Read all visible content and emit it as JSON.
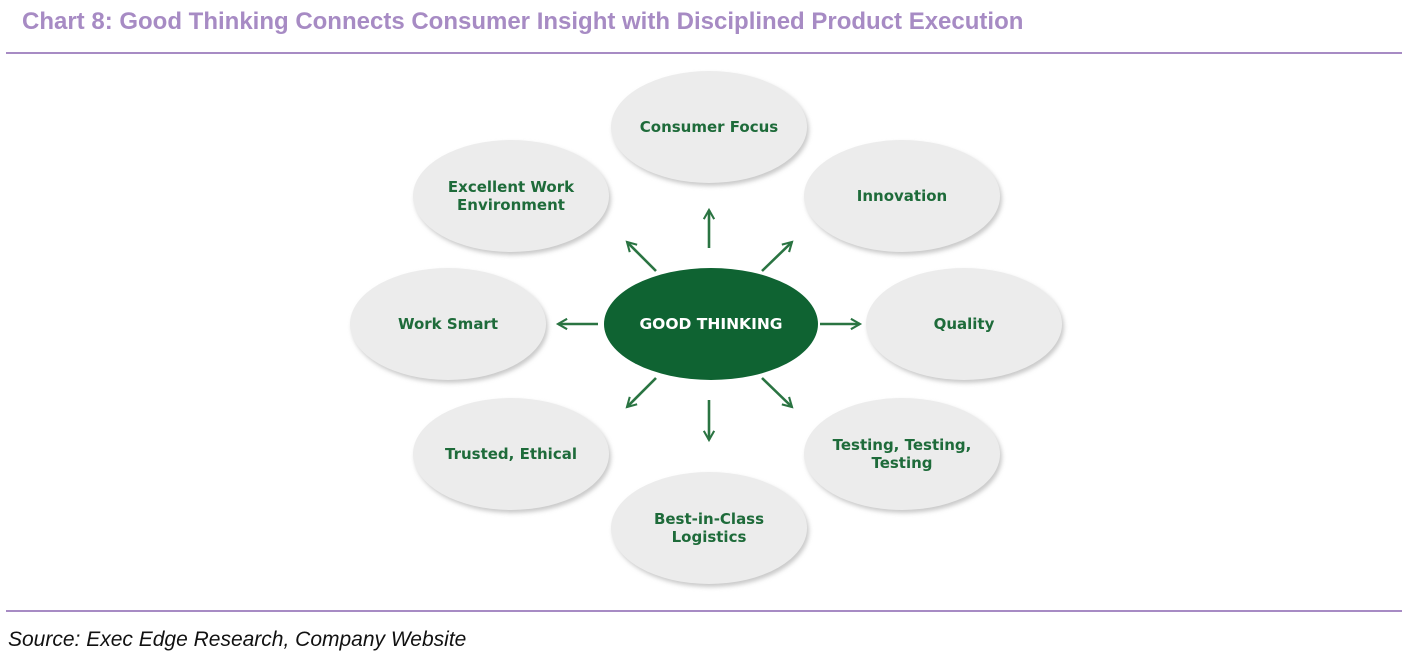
{
  "header": {
    "title": "Chart 8: Good Thinking Connects Consumer Insight with Disciplined Product Execution"
  },
  "diagram": {
    "center": {
      "label": "GOOD THINKING",
      "color": "#0f6332"
    },
    "nodes": [
      {
        "id": "consumer-focus",
        "lines": [
          "Consumer Focus"
        ]
      },
      {
        "id": "innovation",
        "lines": [
          "Innovation"
        ]
      },
      {
        "id": "quality",
        "lines": [
          "Quality"
        ]
      },
      {
        "id": "testing",
        "lines": [
          "Testing, Testing,",
          "Testing"
        ]
      },
      {
        "id": "logistics",
        "lines": [
          "Best-in-Class",
          "Logistics"
        ]
      },
      {
        "id": "trusted-ethical",
        "lines": [
          "Trusted, Ethical"
        ]
      },
      {
        "id": "work-smart",
        "lines": [
          "Work Smart"
        ]
      },
      {
        "id": "work-environment",
        "lines": [
          "Excellent Work",
          "Environment"
        ]
      }
    ],
    "colors": {
      "node_fill": "#ececec",
      "node_text": "#1e6b3a",
      "arrow": "#2a7442",
      "rule": "#a78bc4"
    }
  },
  "footer": {
    "source": "Source: Exec Edge Research, Company Website"
  }
}
